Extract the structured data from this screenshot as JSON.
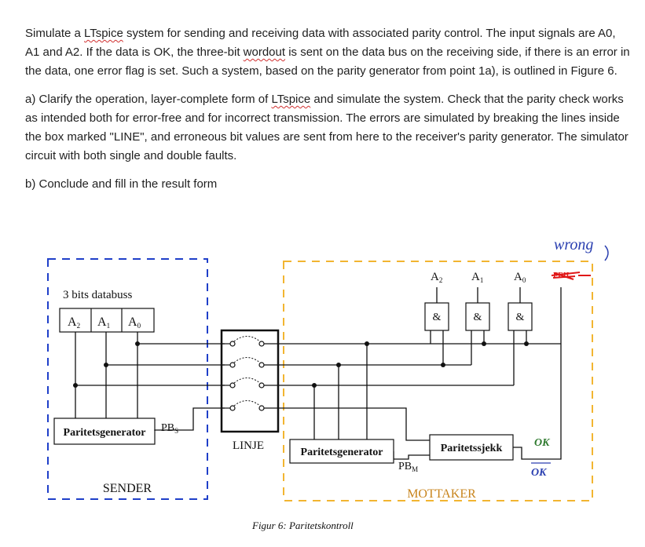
{
  "question": {
    "p1": [
      "Simulate a ",
      "LTspice",
      " system for sending and receiving data with associated parity control. The input signals are A0, A1 and A2. If the data is OK, the three-bit ",
      "wordout",
      " is sent on the data bus on the receiving side, if there is an error in the data, one error flag is set. Such a system, based on the parity generator from point 1a), is outlined in Figure 6."
    ],
    "p2": [
      "a) Clarify the operation, layer-complete form of ",
      "LTspice",
      " and simulate the system. Check that the parity check works as intended both for error-free and for incorrect transmission. The errors are simulated by breaking the lines inside the box marked \"LINE\", and erroneous bit values are sent from here to the receiver's parity generator. The simulator circuit with both single and double faults."
    ],
    "p3": "b) Conclude and fill in the result form"
  },
  "figure": {
    "sender_title": "3 bits databuss",
    "sender_bits": [
      {
        "letter": "A",
        "sub": "2"
      },
      {
        "letter": "A",
        "sub": "1"
      },
      {
        "letter": "A",
        "sub": "0"
      }
    ],
    "sender_generator": "Paritetsgenerator",
    "pbs": {
      "main": "PB",
      "sub": "S"
    },
    "sender_label": "SENDER",
    "line_label": "LINJE",
    "receiver_inputs": [
      {
        "letter": "A",
        "sub": "2"
      },
      {
        "letter": "A",
        "sub": "1"
      },
      {
        "letter": "A",
        "sub": "0"
      }
    ],
    "and_symbol": "&",
    "receiver_generator": "Paritetsgenerator",
    "pbm": {
      "main": "PB",
      "sub": "M"
    },
    "parity_check": "Paritetssjekk",
    "ok": "OK",
    "ok_bar": "OK",
    "receiver_label": "MOTTAKER",
    "caption": "Figur 6: Paritetskontroll",
    "handwritten_note": "wrong",
    "scribble_label": "FEIL",
    "colors": {
      "sender_border": "#1f3fc9",
      "receiver_border": "#f2b531",
      "receiver_label": "#c8841c",
      "ok_text": "#2f7a2f",
      "ink": "#2a3fb0",
      "scribble": "#e01818"
    }
  }
}
